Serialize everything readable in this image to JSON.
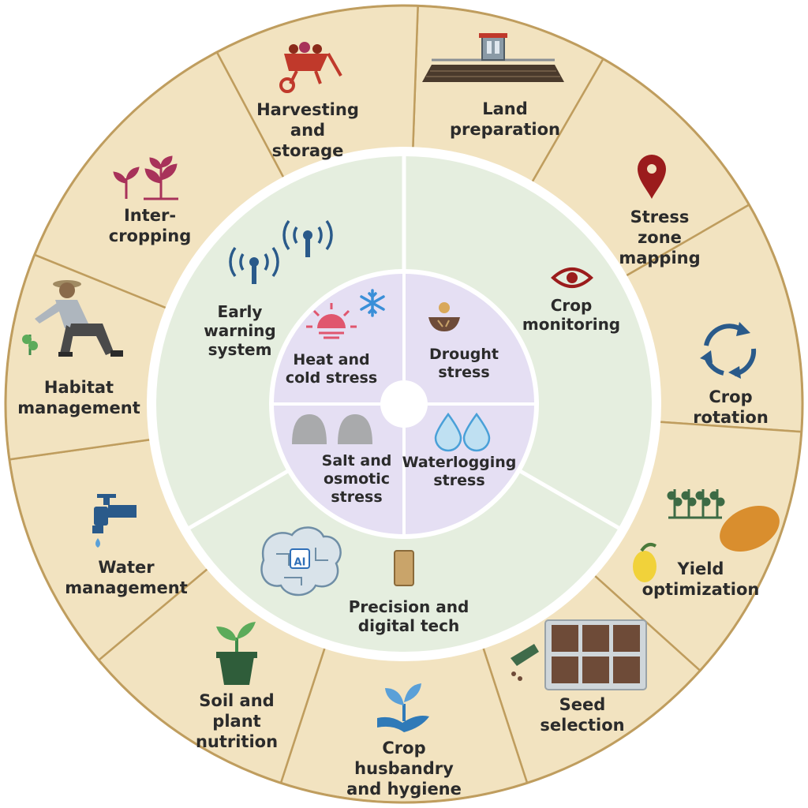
{
  "colors": {
    "outer_ring": "#f2e3c0",
    "ring_border": "#bf9d5e",
    "middle_ring": "#e5eedf",
    "inner_ring": "#e5dff3",
    "separator": "#ffffff",
    "text": "#2b2b2b"
  },
  "outer_ring": [
    {
      "lines": [
        "Land",
        "preparation"
      ],
      "icon": "tractor-field-icon"
    },
    {
      "lines": [
        "Stress",
        "zone",
        "mapping"
      ],
      "icon": "location-pin-icon"
    },
    {
      "lines": [
        "Crop",
        "rotation"
      ],
      "icon": "rotation-arrows-icon"
    },
    {
      "lines": [
        "Yield",
        "optimization"
      ],
      "icon": "produce-icon"
    },
    {
      "lines": [
        "Seed",
        "selection"
      ],
      "icon": "seed-tray-icon"
    },
    {
      "lines": [
        "Crop",
        "husbandry",
        "and hygiene"
      ],
      "icon": "hand-seedling-icon"
    },
    {
      "lines": [
        "Soil and",
        "plant",
        "nutrition"
      ],
      "icon": "potted-seedling-icon"
    },
    {
      "lines": [
        "Water",
        "management"
      ],
      "icon": "water-tap-icon"
    },
    {
      "lines": [
        "Habitat",
        "management"
      ],
      "icon": "farmer-kneeling-icon"
    },
    {
      "lines": [
        "Inter-",
        "cropping"
      ],
      "icon": "plants-icon"
    },
    {
      "lines": [
        "Harvesting",
        "and",
        "storage"
      ],
      "icon": "wheelbarrow-icon"
    }
  ],
  "middle_ring": [
    {
      "lines": [
        "Crop",
        "monitoring"
      ],
      "icon": "eye-icon"
    },
    {
      "lines": [
        "Precision and",
        "digital tech"
      ],
      "icon": "ai-brain-icon"
    },
    {
      "lines": [
        "Early",
        "warning",
        "system"
      ],
      "icon": "antenna-icon"
    }
  ],
  "ai_badge": "AI",
  "inner_ring": [
    {
      "lines": [
        "Drought",
        "stress"
      ],
      "icon": "dry-soil-icon"
    },
    {
      "lines": [
        "Waterlogging",
        "stress"
      ],
      "icon": "water-drops-icon"
    },
    {
      "lines": [
        "Salt and",
        "osmotic",
        "stress"
      ],
      "icon": "salt-piles-icon"
    },
    {
      "lines": [
        "Heat and",
        "cold stress"
      ],
      "icon": "sun-snowflake-icon"
    }
  ]
}
